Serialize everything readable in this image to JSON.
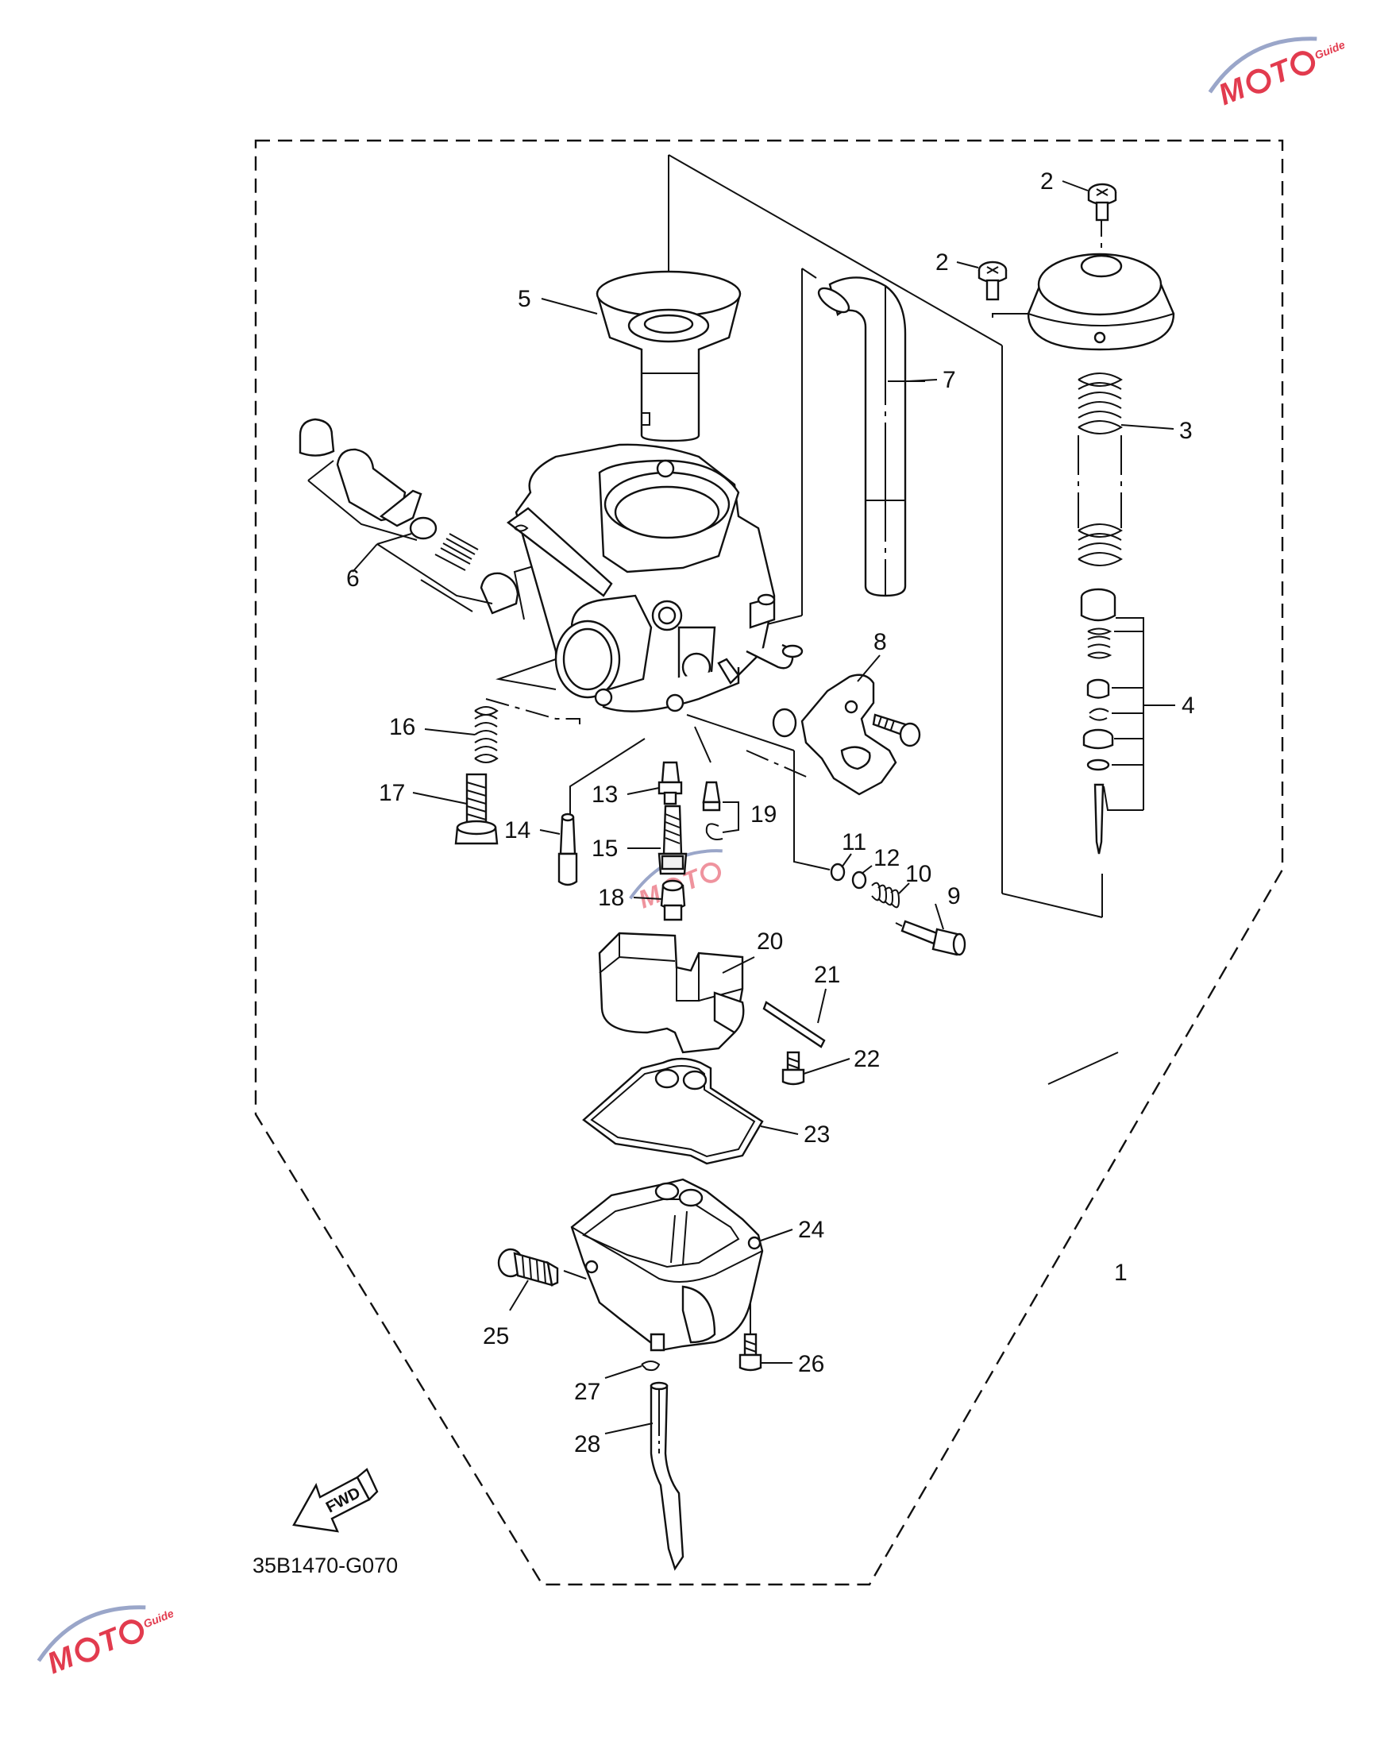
{
  "diagram": {
    "code": "35B1470-G070",
    "fwd_label": "FWD",
    "watermark": {
      "text": "MOTO",
      "subtext": "Guide",
      "color": "#e23b4e"
    },
    "callouts": [
      "1",
      "2",
      "2",
      "3",
      "4",
      "5",
      "6",
      "7",
      "8",
      "9",
      "10",
      "11",
      "12",
      "13",
      "14",
      "15",
      "16",
      "17",
      "18",
      "19",
      "20",
      "21",
      "22",
      "23",
      "24",
      "25",
      "26",
      "27",
      "28"
    ]
  }
}
